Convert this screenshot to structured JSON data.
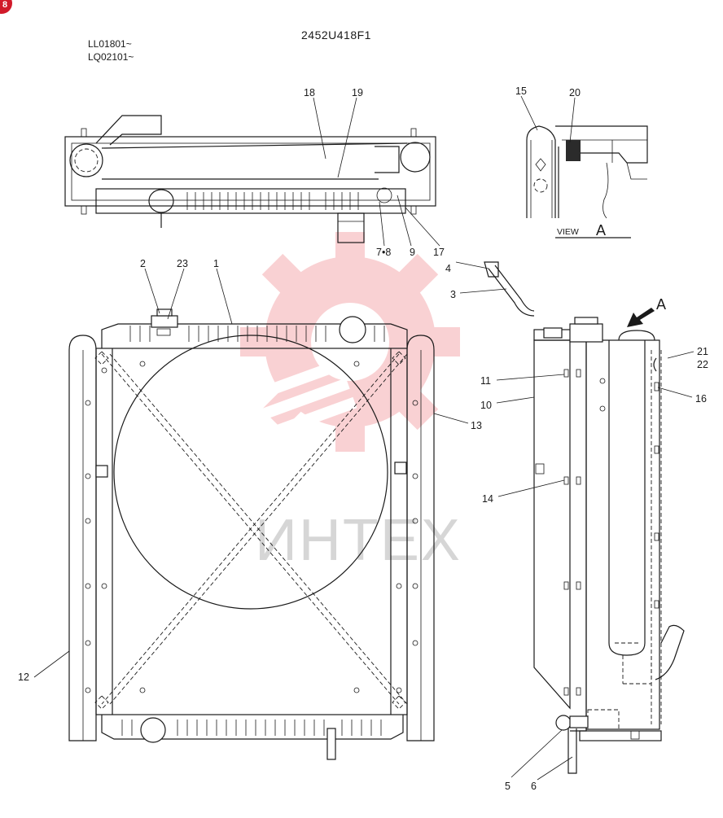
{
  "drawing": {
    "code": "2452U418F1",
    "serials": [
      "LL01801~",
      "LQ02101~"
    ],
    "view_label": "VIEW",
    "view_letter": "A",
    "arrow_letter": "A"
  },
  "watermark": {
    "text": "ИНТЕХ",
    "color": "#e8343a"
  },
  "corner_badge": {
    "text": "8",
    "color": "#d11a2a"
  },
  "callouts": {
    "c1": "1",
    "c2": "2",
    "c3": "3",
    "c4": "4",
    "c5": "5",
    "c6": "6",
    "c78": "7•8",
    "c9": "9",
    "c10": "10",
    "c11": "11",
    "c12": "12",
    "c13": "13",
    "c14": "14",
    "c15": "15",
    "c16": "16",
    "c17": "17",
    "c18": "18",
    "c19": "19",
    "c20": "20",
    "c21": "21",
    "c22": "22",
    "c23": "23"
  }
}
